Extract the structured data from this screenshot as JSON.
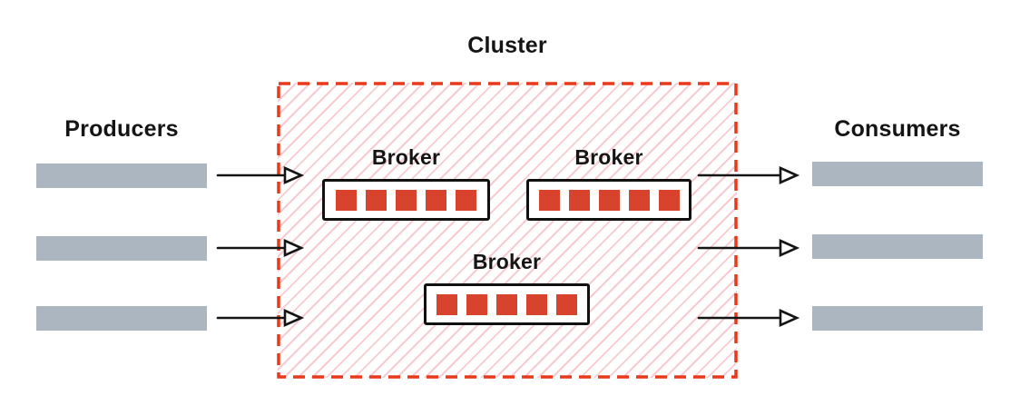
{
  "cluster": {
    "label": "Cluster",
    "broker_count": 3
  },
  "brokers": [
    {
      "label": "Broker",
      "partition_count": 5
    },
    {
      "label": "Broker",
      "partition_count": 5
    },
    {
      "label": "Broker",
      "partition_count": 5
    }
  ],
  "producers": {
    "label": "Producers",
    "count": 3
  },
  "consumers": {
    "label": "Consumers",
    "count": 3
  },
  "arrows": {
    "producer_to_cluster": 3,
    "cluster_to_consumer": 3
  },
  "colors": {
    "partition_red": "#D7432C",
    "cluster_border_red": "#E8391B",
    "hatch_pink": "#F7CBD1",
    "bar_gray": "#ACB6C1",
    "text_black": "#151515",
    "box_border_black": "#111111"
  }
}
